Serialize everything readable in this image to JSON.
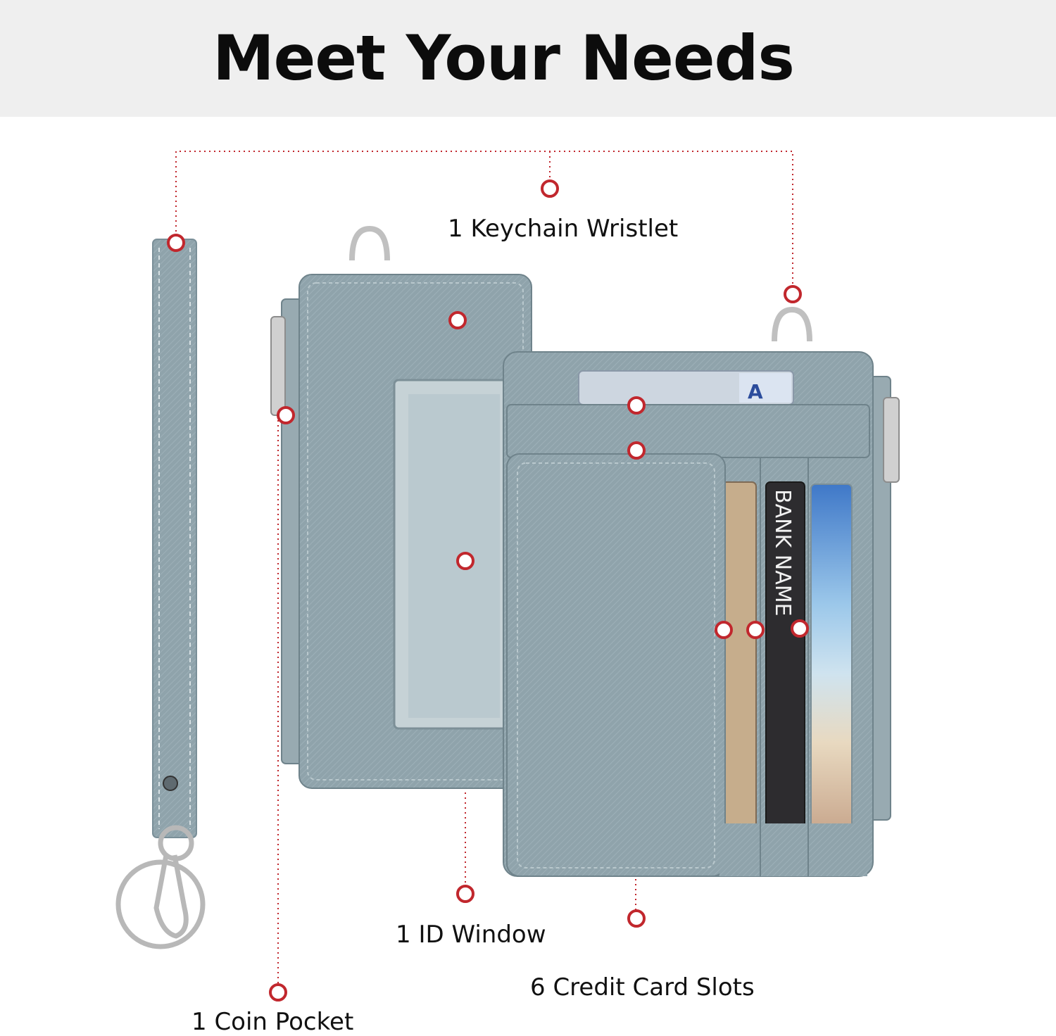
{
  "headline": "Meet Your Needs",
  "callouts": {
    "keychain_wristlet": "1 Keychain Wristlet",
    "id_window": "1 ID Window",
    "credit_card_slots": "6 Credit Card Slots",
    "coin_pocket": "1 Coin Pocket"
  },
  "card_text": {
    "bank_name": "BANK NAME"
  },
  "colors": {
    "header_band": "#efefef",
    "wallet_leather": "#8fa3ab",
    "callout_red": "#c1272d",
    "metal": "#c8c8c8"
  }
}
